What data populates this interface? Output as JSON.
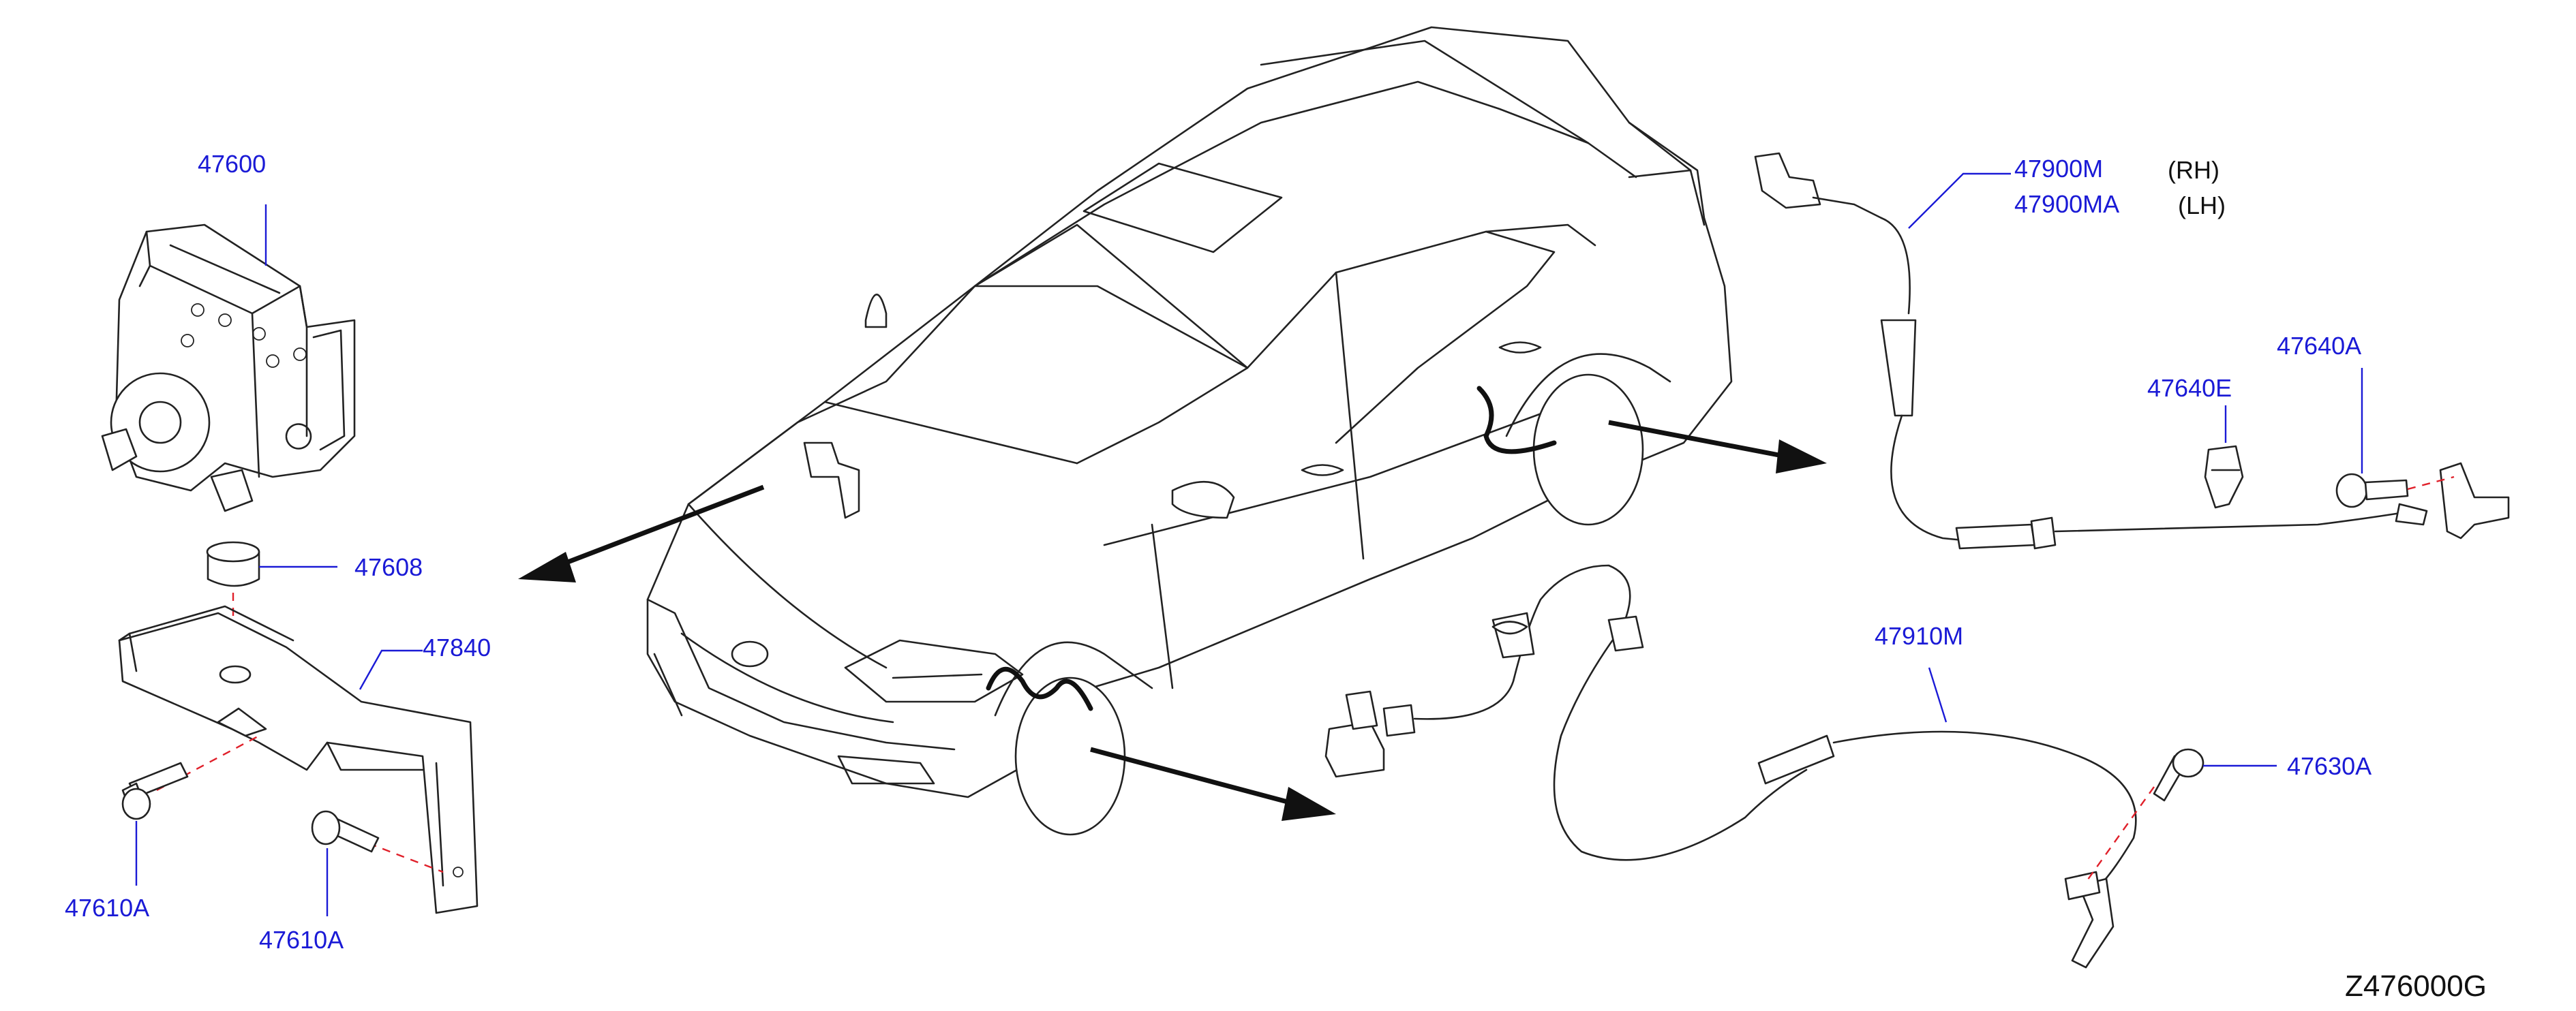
{
  "diagram_id": "Z476000G",
  "parts": {
    "p47600": "47600",
    "p47608": "47608",
    "p47840": "47840",
    "p47610A_left": "47610A",
    "p47610A_right": "47610A",
    "p47900M": "47900M",
    "p47900MA": "47900MA",
    "p47640E": "47640E",
    "p47640A": "47640A",
    "p47910M": "47910M",
    "p47630A": "47630A"
  },
  "sides": {
    "rh": "(RH)",
    "lh": "(LH)"
  },
  "colors": {
    "label": "#1a1ad6",
    "linework": "#222222",
    "centerline": "#e0202a"
  }
}
